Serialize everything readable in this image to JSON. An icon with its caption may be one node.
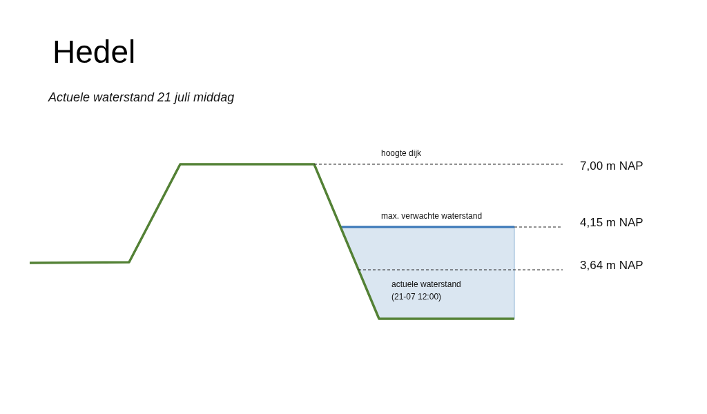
{
  "diagram": {
    "title": "Hedel",
    "labels": [
      "Actuele waterstand 21 juli middag",
      "hoogte dijk",
      "7,00 m NAP",
      "max. verwachte waterstand",
      "4,15 m NAP",
      "3,64 m NAP",
      "actuele waterstand (21-07 12:00)"
    ]
  }
}
